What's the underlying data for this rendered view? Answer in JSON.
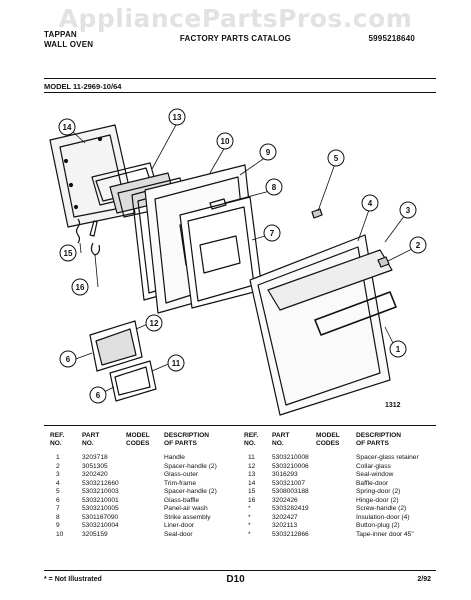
{
  "watermark": "AppliancePartsPros.com",
  "header": {
    "brand_line1": "TAPPAN",
    "brand_line2": "WALL OVEN",
    "catalog_title": "FACTORY PARTS CATALOG",
    "catalog_number": "5995218640"
  },
  "model_label": "MODEL 11-2969-10/64",
  "figure_id": "1312",
  "callouts": [
    "1",
    "2",
    "3",
    "4",
    "5",
    "6",
    "7",
    "8",
    "9",
    "10",
    "11",
    "12",
    "13",
    "14",
    "15",
    "16"
  ],
  "columns": {
    "left": {
      "ref": [
        "REF.",
        "NO."
      ],
      "part": [
        "PART",
        "NO."
      ],
      "model": [
        "MODEL",
        "CODES"
      ],
      "desc": [
        "DESCRIPTION",
        "OF PARTS"
      ]
    },
    "right": {
      "ref": [
        "REF.",
        "NO."
      ],
      "part": [
        "PART",
        "NO."
      ],
      "model": [
        "MODEL",
        "CODES"
      ],
      "desc": [
        "DESCRIPTION",
        "OF PARTS"
      ]
    }
  },
  "parts_left": [
    {
      "ref": "1",
      "part": "3203718",
      "desc": "Handle"
    },
    {
      "ref": "2",
      "part": "3051305",
      "desc": "Spacer-handle (2)"
    },
    {
      "ref": "3",
      "part": "3202420",
      "desc": "Glass-outer"
    },
    {
      "ref": "4",
      "part": "5303212660",
      "desc": "Trim-frame"
    },
    {
      "ref": "5",
      "part": "5303210003",
      "desc": "Spacer-handle (2)"
    },
    {
      "ref": "6",
      "part": "5303210001",
      "desc": "Glass-baffle"
    },
    {
      "ref": "7",
      "part": "5303210005",
      "desc": "Panel-air wash"
    },
    {
      "ref": "8",
      "part": "5301167090",
      "desc": "Strike assembly"
    },
    {
      "ref": "9",
      "part": "5303210004",
      "desc": "Liner-door"
    },
    {
      "ref": "10",
      "part": "3205159",
      "desc": "Seal-door"
    }
  ],
  "parts_right": [
    {
      "ref": "11",
      "part": "5303210008",
      "desc": "Spacer-glass retainer"
    },
    {
      "ref": "12",
      "part": "5303210006",
      "desc": "Collar-glass"
    },
    {
      "ref": "13",
      "part": "3016293",
      "desc": "Seal-window"
    },
    {
      "ref": "14",
      "part": "530321007",
      "desc": "Baffle-door"
    },
    {
      "ref": "15",
      "part": "5308003188",
      "desc": "Spring-door (2)"
    },
    {
      "ref": "16",
      "part": "3202426",
      "desc": "Hinge-door (2)"
    },
    {
      "ref": "*",
      "part": "5303282419",
      "desc": "Screw-handle (2)"
    },
    {
      "ref": "*",
      "part": "3202427",
      "desc": "Insulation-door (4)"
    },
    {
      "ref": "*",
      "part": "3202113",
      "desc": "Button-plug (2)"
    },
    {
      "ref": "*",
      "part": "5303212866",
      "desc": "Tape-inner door 45\""
    }
  ],
  "footer": {
    "note": "* = Not Illustrated",
    "page": "D10",
    "date": "2/92"
  }
}
